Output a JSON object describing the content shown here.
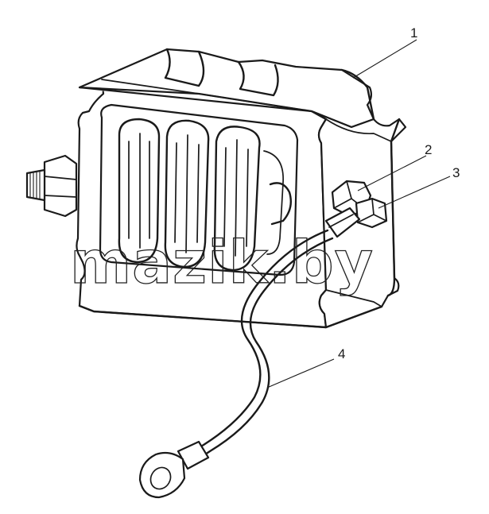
{
  "callouts": [
    {
      "label": "1"
    },
    {
      "label": "2"
    },
    {
      "label": "3"
    },
    {
      "label": "4"
    }
  ],
  "watermark": {
    "text": "mazik.by"
  },
  "colors": {
    "ink": "#1a1a1a",
    "background": "#ffffff"
  }
}
